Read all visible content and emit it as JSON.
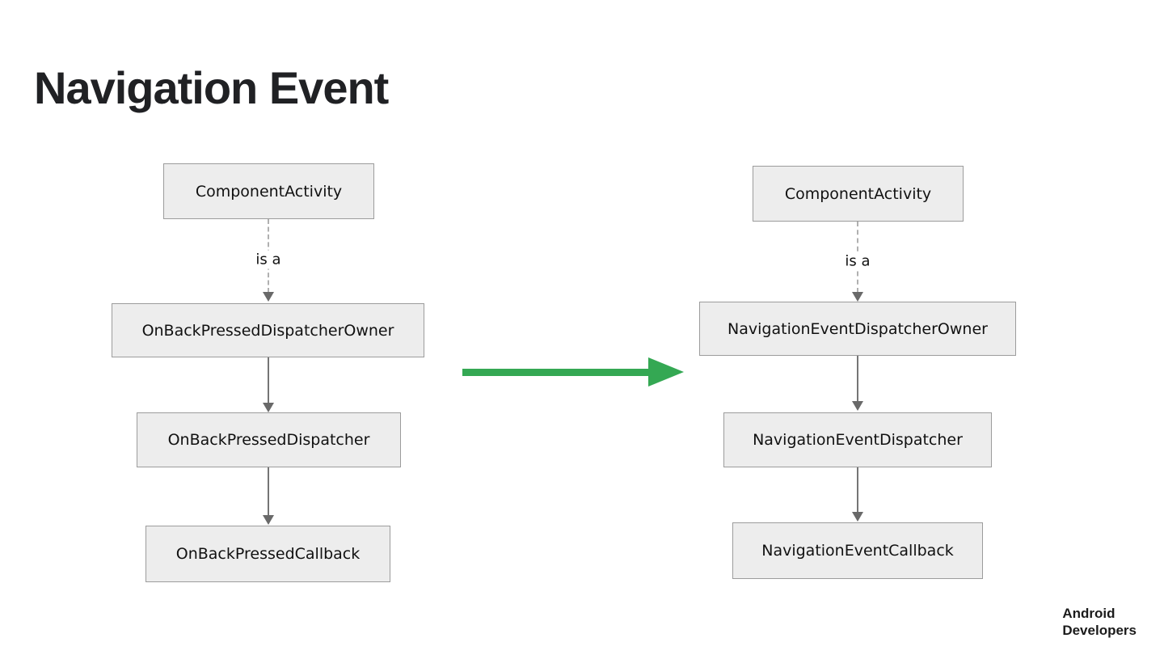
{
  "title": "Navigation Event",
  "colors": {
    "background": "#ffffff",
    "title_text": "#202124",
    "node_fill": "#ededed",
    "node_border": "#9c9c9c",
    "node_text": "#111111",
    "edge_solid": "#757575",
    "edge_dashed": "#b0b0b0",
    "transition_arrow_green": "#34a853"
  },
  "diagrams": [
    {
      "name": "before",
      "nodes": [
        "ComponentActivity",
        "OnBackPressedDispatcherOwner",
        "OnBackPressedDispatcher",
        "OnBackPressedCallback"
      ],
      "edges": [
        {
          "label": "is a",
          "style": "dashed"
        },
        {
          "label": "",
          "style": "solid"
        },
        {
          "label": "",
          "style": "solid"
        }
      ]
    },
    {
      "name": "after",
      "nodes": [
        "ComponentActivity",
        "NavigationEventDispatcherOwner",
        "NavigationEventDispatcher",
        "NavigationEventCallback"
      ],
      "edges": [
        {
          "label": "is a",
          "style": "dashed"
        },
        {
          "label": "",
          "style": "solid"
        },
        {
          "label": "",
          "style": "solid"
        }
      ]
    }
  ],
  "transition": {
    "type": "arrow-right"
  },
  "footer": {
    "line1": "Android",
    "line2": "Developers"
  }
}
